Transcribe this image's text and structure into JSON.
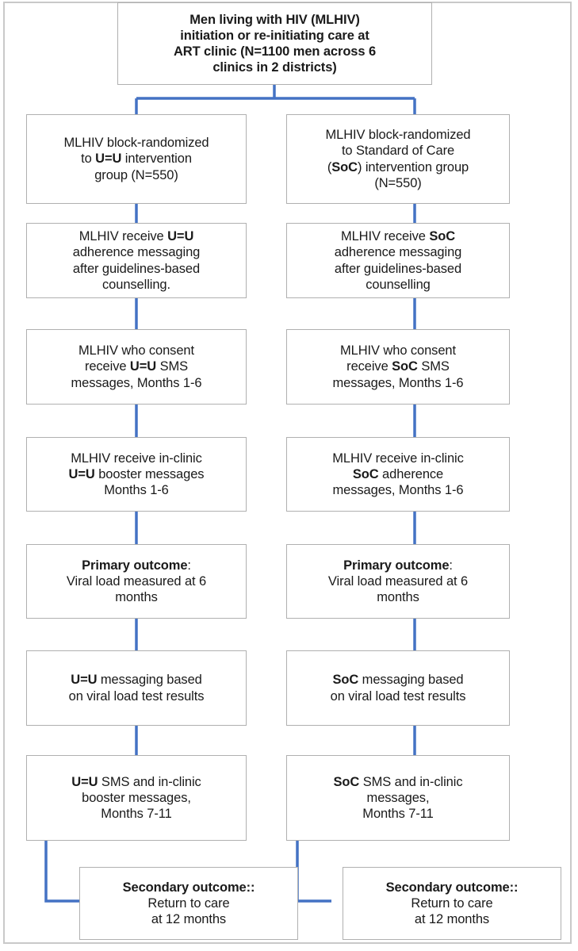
{
  "diagram": {
    "title": "U=U vs Standard of Care randomized trial flowchart",
    "accent_line_color": "#4472c4",
    "box_border_color": "#b0b0b0",
    "frame_border_color": "#c9c9c9",
    "text_color": "#1a1a1a"
  },
  "nodes": {
    "enrollment": {
      "lines": [
        "Men living with HIV (MLHIV)",
        "initiation or re-initiating care at",
        "ART clinic (N=1100 men across 6",
        "clinics in 2 districts)"
      ]
    },
    "left": [
      {
        "id": "randomize-uu",
        "lines": [
          "MLHIV block-randomized",
          "to <b>U=U</b> intervention",
          "group (N=550)"
        ]
      },
      {
        "id": "messaging-uu",
        "lines": [
          "MLHIV receive <b>U=U</b>",
          "adherence messaging",
          "after guidelines-based",
          "counselling."
        ]
      },
      {
        "id": "sms-uu",
        "lines": [
          "MLHIV who consent",
          "receive <b>U=U</b> SMS",
          "messages, Months 1-6"
        ]
      },
      {
        "id": "booster-uu",
        "lines": [
          "MLHIV receive in-clinic",
          "<b>U=U</b> booster messages",
          "Months 1-6"
        ]
      },
      {
        "id": "primary-outcome-uu",
        "lines": [
          "<b>Primary outcome</b>:",
          "Viral load measured at 6",
          "months"
        ]
      },
      {
        "id": "vl-messaging-uu",
        "lines": [
          "<b>U=U</b> messaging based",
          "on viral load test results"
        ]
      },
      {
        "id": "sms-booster-uu",
        "lines": [
          "<b>U=U</b> SMS and in-clinic",
          "booster messages,",
          "Months 7-11"
        ]
      }
    ],
    "right": [
      {
        "id": "randomize-soc",
        "lines": [
          "MLHIV block-randomized",
          "to Standard of Care",
          "(<b>SoC</b>) intervention group",
          "(N=550)"
        ]
      },
      {
        "id": "messaging-soc",
        "lines": [
          "MLHIV receive <b>SoC</b>",
          "adherence messaging",
          "after guidelines-based",
          "counselling"
        ]
      },
      {
        "id": "sms-soc",
        "lines": [
          "MLHIV who consent",
          "receive <b>SoC</b> SMS",
          "messages, Months 1-6"
        ]
      },
      {
        "id": "adherence-soc",
        "lines": [
          "MLHIV receive in-clinic",
          "<b>SoC</b> adherence",
          "messages, Months 1-6"
        ]
      },
      {
        "id": "primary-outcome-soc",
        "lines": [
          "<b>Primary outcome</b>:",
          "Viral load measured at 6",
          "months"
        ]
      },
      {
        "id": "vl-messaging-soc",
        "lines": [
          "<b>SoC</b> messaging based",
          "on viral load test results"
        ]
      },
      {
        "id": "sms-messages-soc",
        "lines": [
          "<b>SoC</b> SMS and in-clinic",
          "messages,",
          "Months 7-11"
        ]
      }
    ],
    "secondary_left": {
      "id": "secondary-outcome-uu",
      "lines": [
        "<b>Secondary outcome::</b>",
        "Return to care",
        "at 12 months"
      ]
    },
    "secondary_right": {
      "id": "secondary-outcome-soc",
      "lines": [
        "<b>Secondary outcome::</b>",
        "Return to care",
        "at 12 months"
      ]
    }
  }
}
